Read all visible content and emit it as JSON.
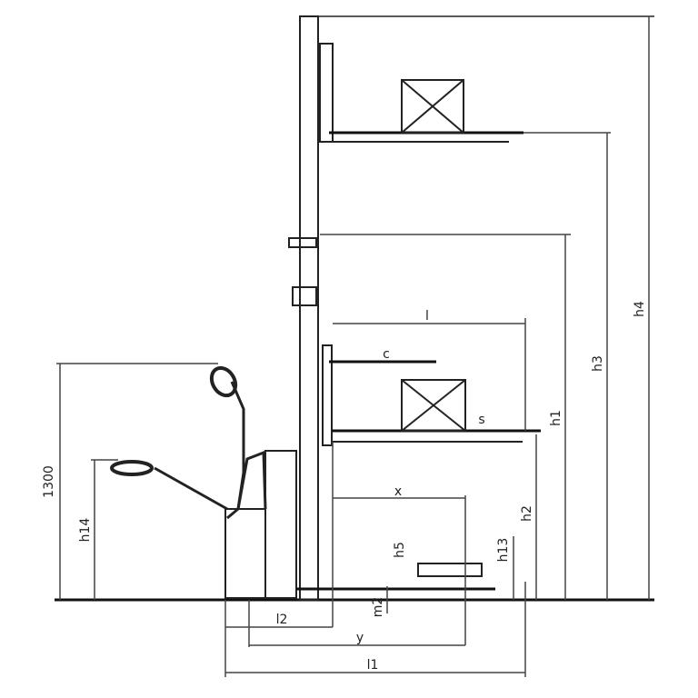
{
  "labels": {
    "overall_height_lowered": "1300",
    "tiller_height_low": "h14",
    "fork_length": "l",
    "load_center": "c",
    "fork_thickness": "s",
    "lift_height": "h3",
    "max_height_extended": "h4",
    "mast_lowered_height": "h1",
    "support_height": "h2",
    "initial_lift": "h5",
    "lowered_fork_height": "h13",
    "wheelbase_x": "x",
    "length_to_face": "l2",
    "wheelbase_y": "y",
    "overall_length": "l1",
    "ground_clearance": "m2"
  }
}
